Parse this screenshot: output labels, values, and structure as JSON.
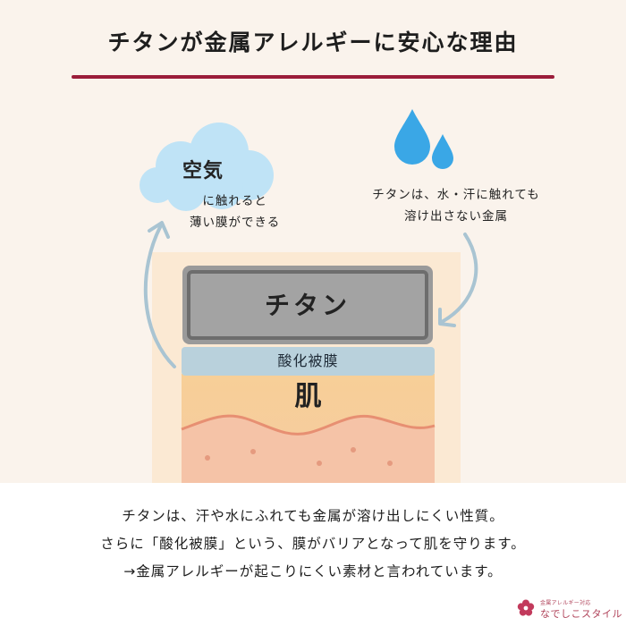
{
  "header": {
    "title": "チタンが金属アレルギーに安心な理由"
  },
  "diagram": {
    "cloud": {
      "title": "空気",
      "desc_line1": "に触れると",
      "desc_line2": "薄い膜ができる"
    },
    "drops": {
      "desc_line1": "チタンは、水・汗に触れても",
      "desc_line2": "溶け出さない金属"
    },
    "layers": {
      "titanium": "チタン",
      "oxide_film": "酸化被膜",
      "skin": "肌"
    },
    "colors": {
      "titanium_fill": "#9a9a9a",
      "titanium_border": "#6d6d6d",
      "oxide_fill": "#b9d1dc",
      "skin_top": "#f7cf97",
      "skin_bottom": "#f5c3a7",
      "cloud": "#bfe3f6",
      "drop": "#3aa7e6",
      "arrow": "#a9c4d2"
    }
  },
  "explanation": {
    "line1": "チタンは、汗や水にふれても金属が溶け出しにくい性質。",
    "line2": "さらに「酸化被膜」という、膜がバリアとなって肌を守ります。",
    "line3": "→金属アレルギーが起こりにくい素材と言われています。"
  },
  "brand": {
    "tagline": "金属アレルギー対応",
    "name": "なでしこスタイル"
  }
}
